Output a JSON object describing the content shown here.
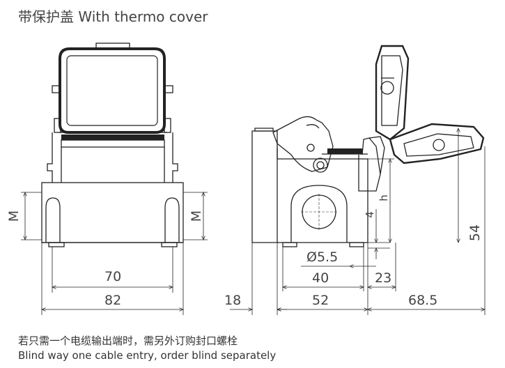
{
  "header": {
    "title": "带保护盖 With thermo cover"
  },
  "front_view": {
    "dims": {
      "width_inner": "70",
      "width_outer": "82",
      "side_left": "M",
      "side_right": "M"
    }
  },
  "side_view": {
    "dims": {
      "offset_left": "18",
      "base_width": "52",
      "hole_spacing": "40",
      "hole_diameter": "Ø5.5",
      "flange_depth": "23",
      "cover_projection": "68.5",
      "total_height": "54",
      "base_height": "4",
      "gasket_height": "h"
    }
  },
  "footer": {
    "note_cn": "若只需一个电缆输出端时，需另外订购封口螺栓",
    "note_en": "Blind way one cable entry, order blind separately"
  }
}
